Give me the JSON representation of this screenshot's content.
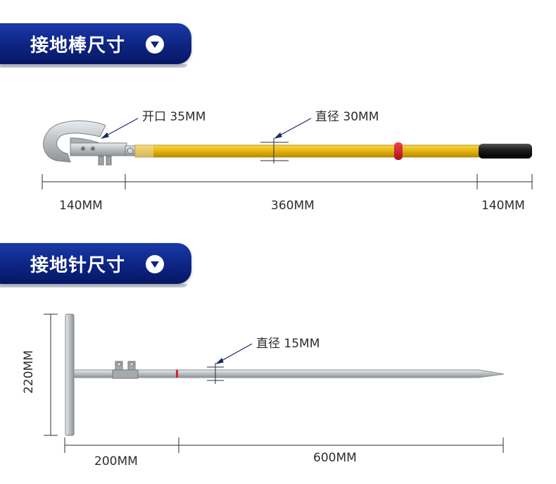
{
  "section1": {
    "title": "接地棒尺寸",
    "annotations": {
      "opening": "开口 35MM",
      "diameter": "直径 30MM"
    },
    "dimensions": {
      "head": "140MM",
      "middle": "360MM",
      "handle": "140MM"
    }
  },
  "section2": {
    "title": "接地针尺寸",
    "annotations": {
      "diameter": "直径 15MM"
    },
    "dimensions": {
      "height": "220MM",
      "left": "200MM",
      "right": "600MM"
    }
  },
  "colors": {
    "banner": "#0d2482",
    "pole_yellow": "#e8b612",
    "handle_black": "#1e1e1e",
    "red_ring": "#d7242b",
    "steel": "#c7cbcd"
  }
}
